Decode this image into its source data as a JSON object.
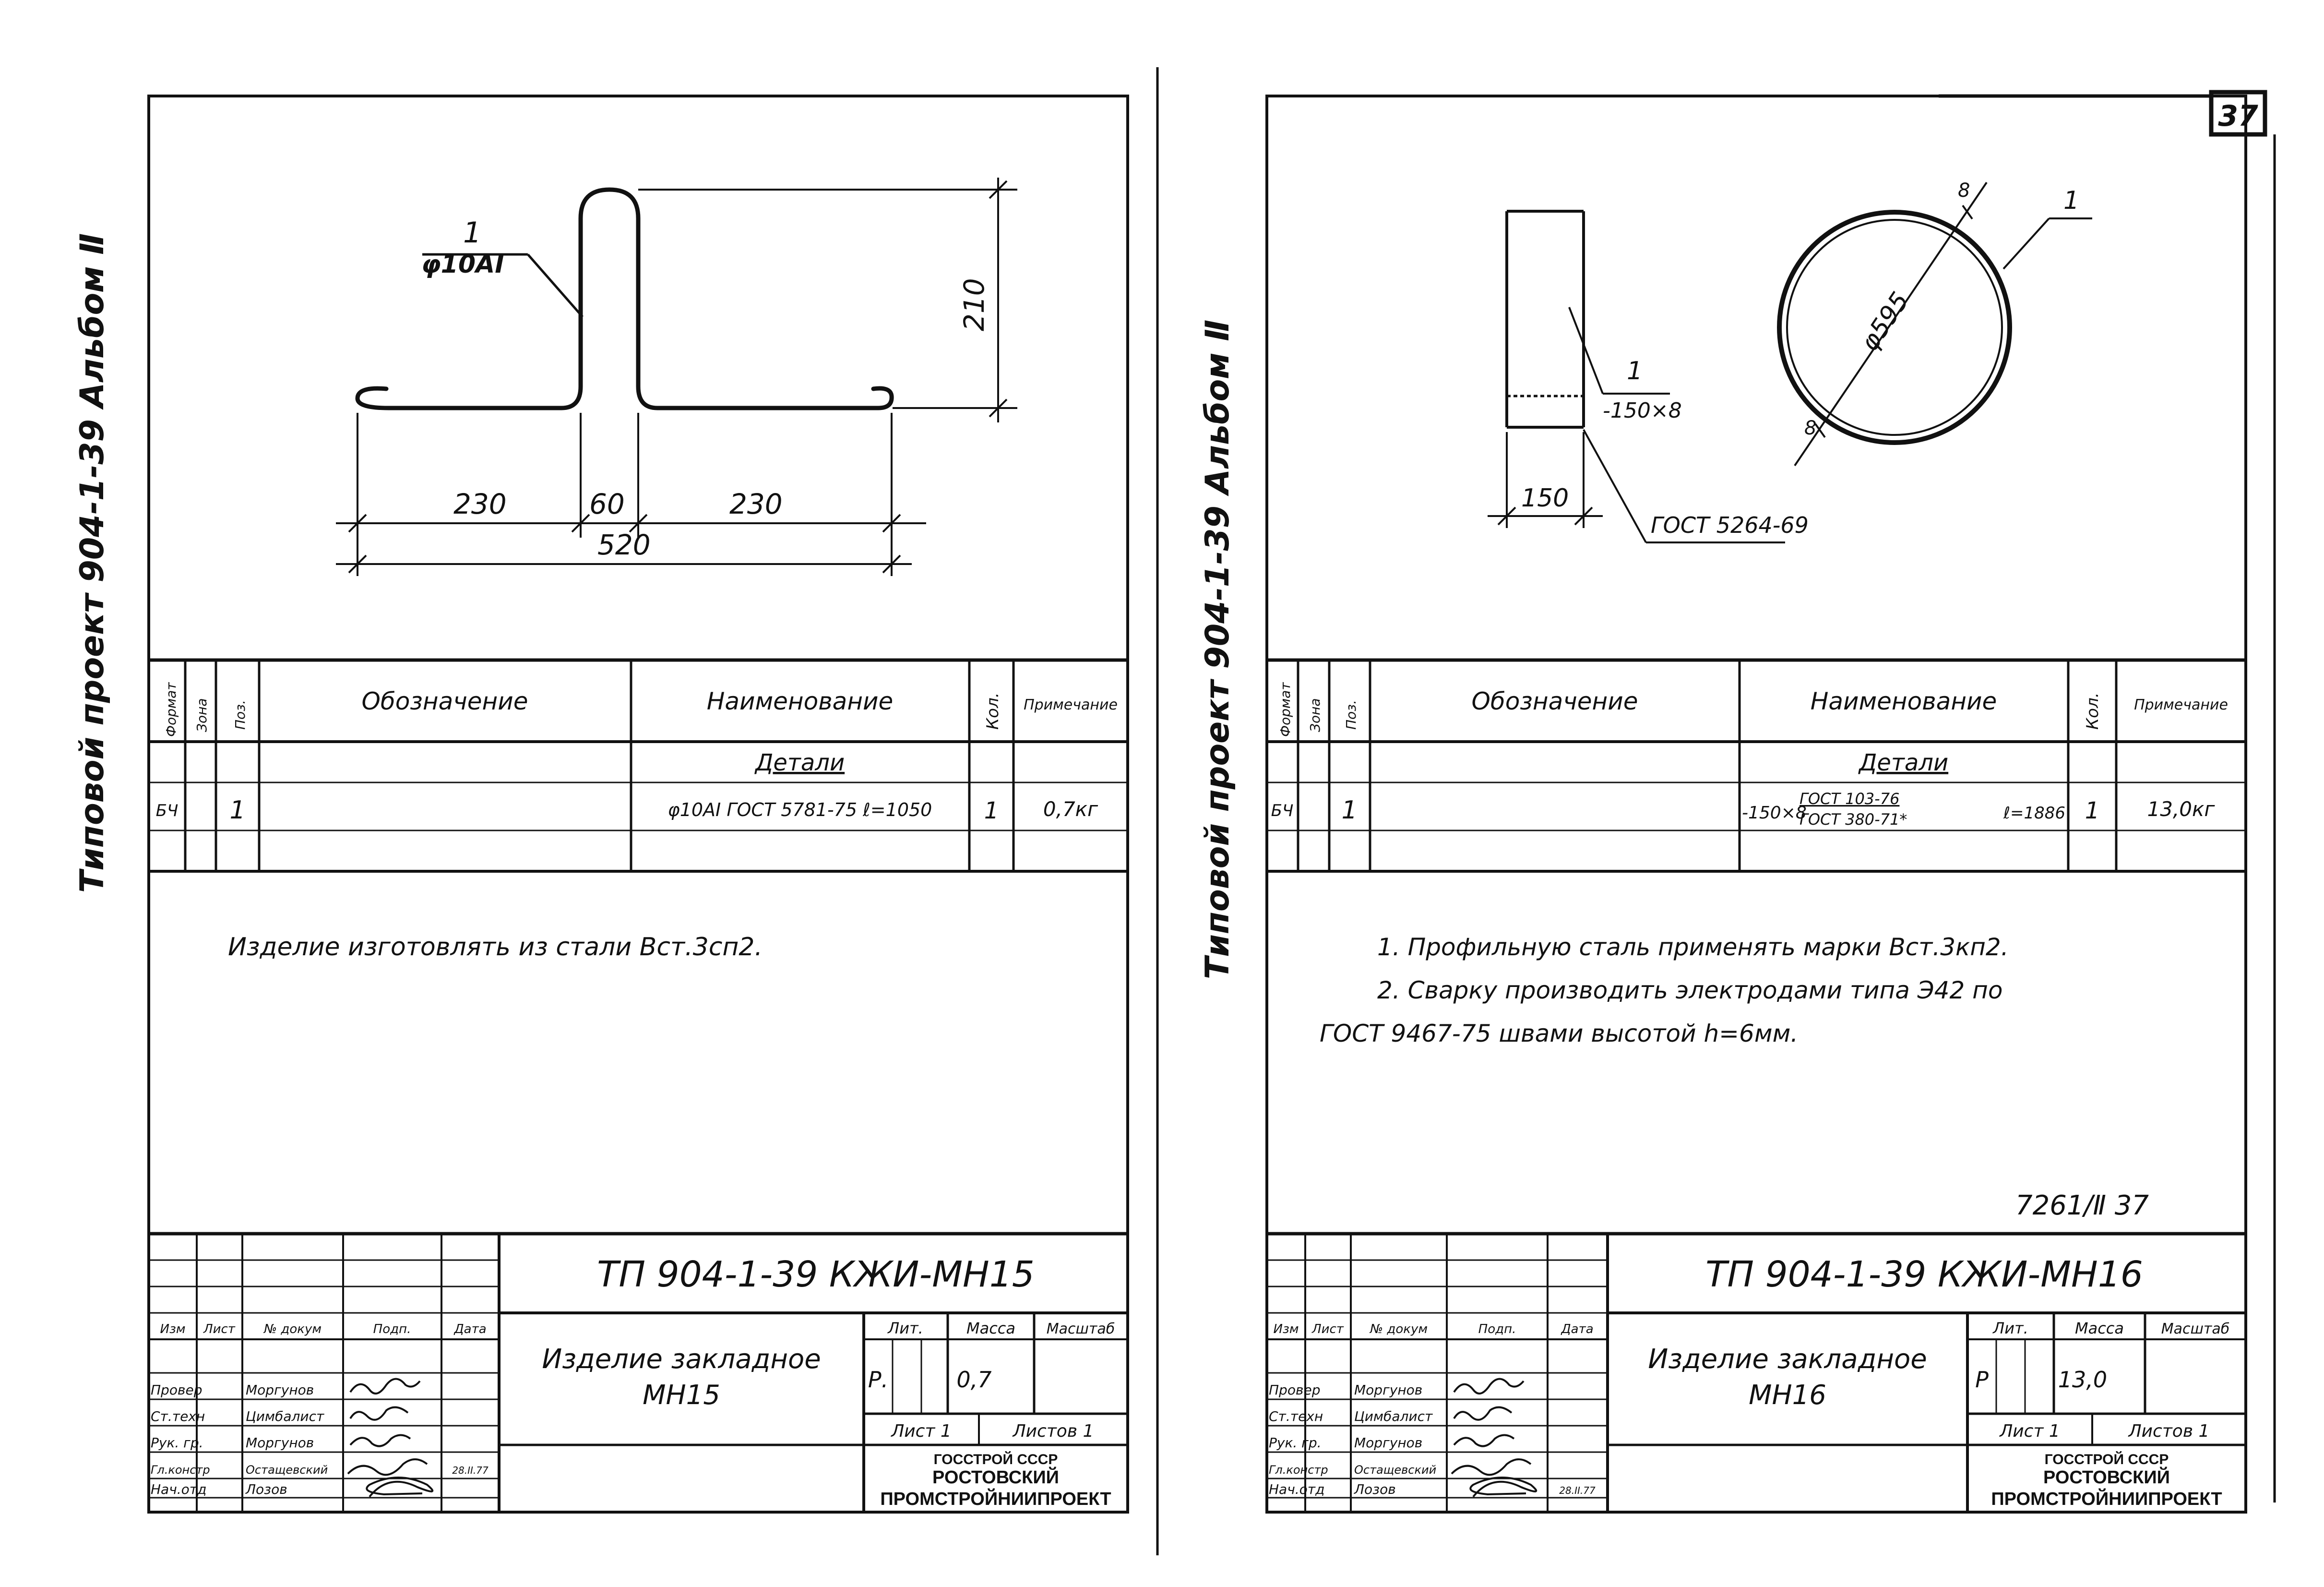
{
  "page_number": "37",
  "sheets": [
    {
      "side_label": "Типовой проект 904-1-39 Альбом Ⅱ",
      "drawing": {
        "bar_label": "φ10AI",
        "pos": "1",
        "dims": {
          "d210": "210",
          "d230a": "230",
          "d60": "60",
          "d230b": "230",
          "d520": "520"
        }
      },
      "spec_table": {
        "headers": [
          "Формат",
          "Зона",
          "Поз.",
          "Обозначение",
          "Наименование",
          "Кол.",
          "Примечание"
        ],
        "section": "Детали",
        "row": {
          "format": "БЧ",
          "pos": "1",
          "name": "φ10AI ГОСТ 5781-75 ℓ=1050",
          "qty": "1",
          "note": "0,7кг"
        }
      },
      "notes": [
        "Изделие изготовлять из стали Вст.3сп2."
      ],
      "stamp": {
        "code": "ТП 904-1-39   КЖИ-МН15",
        "col_headers": [
          "Изм",
          "Лист",
          "№ докум",
          "Подп.",
          "Дата"
        ],
        "people": [
          {
            "role": "Провер",
            "name": "Моргунов"
          },
          {
            "role": "Ст.техн",
            "name": "Цимбалист"
          },
          {
            "role": "Рук. гр.",
            "name": "Моргунов"
          },
          {
            "role": "Гл.констр",
            "name": "Остащевский"
          },
          {
            "role": "Нач.отд",
            "name": "Лозов"
          }
        ],
        "date": "28.II.77",
        "title_line1": "Изделие закладное",
        "title_line2": "МН15",
        "lit_hdr": "Лит.",
        "mass_hdr": "Масса",
        "scale_hdr": "Масштаб",
        "lit": "Р.",
        "mass": "0,7",
        "sheet": "Лист 1",
        "sheets": "Листов 1",
        "org1": "ГОССТРОЙ СССР",
        "org2": "РОСТОВСКИЙ",
        "org3": "ПРОМСТРОЙНИИПРОЕКТ"
      }
    },
    {
      "side_label": "Типовой проект 904-1-39 Альбом Ⅱ",
      "drawing": {
        "pos": "1",
        "strip": "-150×8",
        "width": "150",
        "weld": "ГОСТ 5264-69",
        "diameter": "φ595",
        "t1": "8",
        "t2": "8"
      },
      "spec_table": {
        "headers": [
          "Формат",
          "Зона",
          "Поз.",
          "Обозначение",
          "Наименование",
          "Кол.",
          "Примечание"
        ],
        "section": "Детали",
        "row": {
          "format": "БЧ",
          "pos": "1",
          "name_a": "-150×8",
          "name_b1": "ГОСТ 103-76",
          "name_b2": "ГОСТ 380-71*",
          "name_c": "ℓ=1886",
          "qty": "1",
          "note": "13,0кг"
        }
      },
      "notes": [
        "1. Профильную сталь применять марки Вст.3кп2.",
        "2. Сварку производить электродами типа Э42 по",
        "ГОСТ 9467-75 швами высотой h=6мм."
      ],
      "album_ref": "7261/Ⅱ   37",
      "stamp": {
        "code": "ТП 904-1-39   КЖИ-МН16",
        "col_headers": [
          "Изм",
          "Лист",
          "№ докум",
          "Подп.",
          "Дата"
        ],
        "people": [
          {
            "role": "Провер",
            "name": "Моргунов"
          },
          {
            "role": "Ст.техн",
            "name": "Цимбалист"
          },
          {
            "role": "Рук. гр.",
            "name": "Моргунов"
          },
          {
            "role": "Гл.констр",
            "name": "Остащевский"
          },
          {
            "role": "Нач.отд",
            "name": "Лозов"
          }
        ],
        "date": "28.II.77",
        "title_line1": "Изделие закладное",
        "title_line2": "МН16",
        "lit_hdr": "Лит.",
        "mass_hdr": "Масса",
        "scale_hdr": "Масштаб",
        "lit": "Р",
        "mass": "13,0",
        "sheet": "Лист 1",
        "sheets": "Листов 1",
        "org1": "ГОССТРОЙ СССР",
        "org2": "РОСТОВСКИЙ",
        "org3": "ПРОМСТРОЙНИИПРОЕКТ"
      }
    }
  ]
}
